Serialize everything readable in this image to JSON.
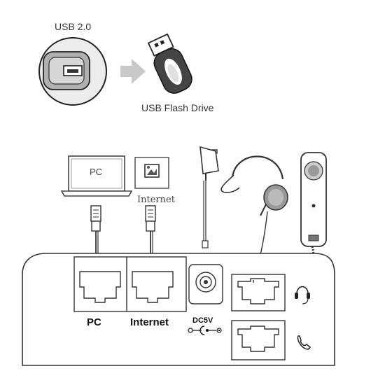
{
  "usb": {
    "port_label": "USB 2.0",
    "drive_label": "USB Flash Drive"
  },
  "devices": {
    "pc_screen_label": "PC",
    "internet_caption": "Internet"
  },
  "ports": {
    "pc_label": "PC",
    "internet_label": "Internet",
    "power_label": "DC5V"
  },
  "icons": [
    "usb-port-icon",
    "arrow-right-icon",
    "usb-flash-drive-icon",
    "laptop-icon",
    "internet-icon",
    "power-adapter-icon",
    "headset-icon",
    "handset-icon",
    "ethernet-plug-icon",
    "headset-symbol-icon",
    "handset-symbol-icon"
  ]
}
